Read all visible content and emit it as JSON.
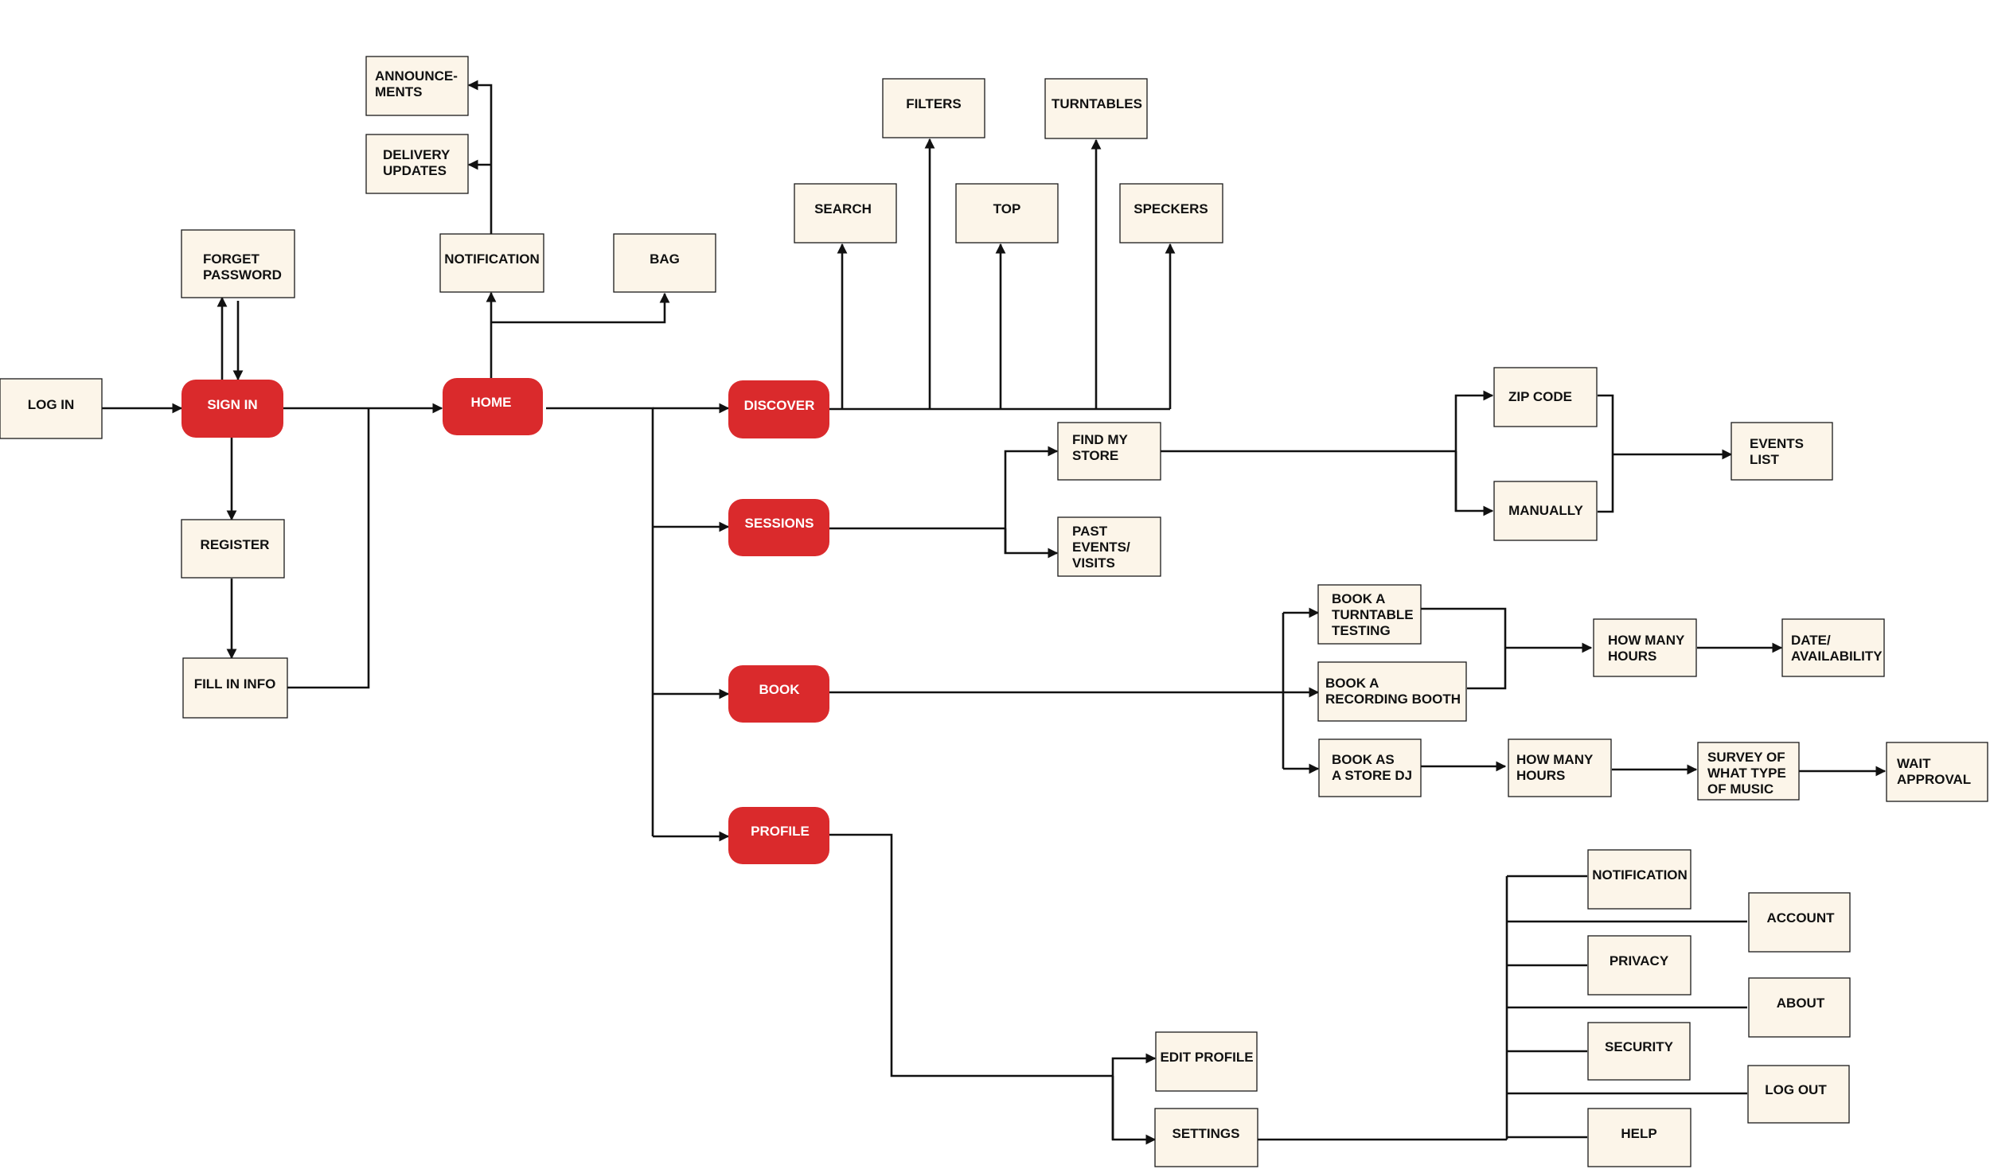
{
  "colors": {
    "hub_fill": "#da2a2c",
    "box_fill": "#fcf5e9",
    "line": "#111111"
  },
  "nodes": {
    "log_in": "LOG IN",
    "sign_in": "SIGN IN",
    "forget_password": "FORGET\nPASSWORD",
    "register": "REGISTER",
    "fill_in_info": "FILL IN INFO",
    "home": "HOME",
    "notification_home": "NOTIFICATION",
    "bag": "BAG",
    "announcements": "ANNOUNCE-\nMENTS",
    "delivery_updates": "DELIVERY\nUPDATES",
    "discover": "DISCOVER",
    "search": "SEARCH",
    "filters": "FILTERS",
    "top": "TOP",
    "turntables": "TURNTABLES",
    "speckers": "SPECKERS",
    "sessions": "SESSIONS",
    "find_my_store": "FIND MY\nSTORE",
    "past_events": "PAST\nEVENTS/\nVISITS",
    "zip_code": "ZIP CODE",
    "manually": "MANUALLY",
    "events_list": "EVENTS\nLIST",
    "book": "BOOK",
    "book_turntable": "BOOK A\nTURNTABLE\nTESTING",
    "book_booth": "BOOK A\nRECORDING BOOTH",
    "book_dj": "BOOK AS\nA STORE DJ",
    "how_many_hours_1": "HOW MANY\nHOURS",
    "date_availability": "DATE/\nAVAILABILITY",
    "how_many_hours_2": "HOW MANY\nHOURS",
    "survey_music": "SURVEY OF\nWHAT TYPE\nOF MUSIC",
    "wait_approval": "WAIT\nAPPROVAL",
    "profile": "PROFILE",
    "edit_profile": "EDIT PROFILE",
    "settings": "SETTINGS",
    "notification_settings": "NOTIFICATION",
    "account": "ACCOUNT",
    "privacy": "PRIVACY",
    "about": "ABOUT",
    "security": "SECURITY",
    "log_out": "LOG OUT",
    "help": "HELP"
  }
}
